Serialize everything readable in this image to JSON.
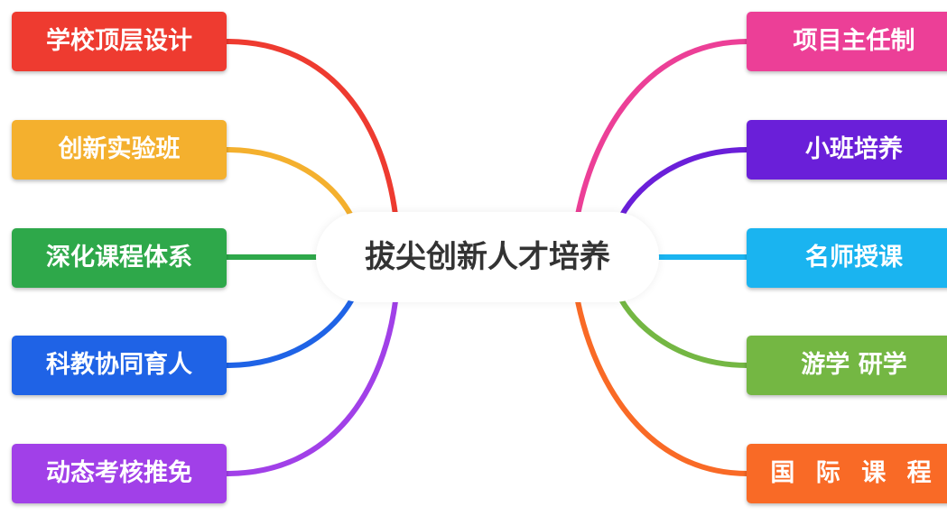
{
  "center": {
    "title": "拔尖创新人才培养"
  },
  "branches": {
    "left": [
      {
        "label": "学校顶层设计",
        "color": "#ee3b30"
      },
      {
        "label": "创新实验班",
        "color": "#f4b02e"
      },
      {
        "label": "深化课程体系",
        "color": "#2ea84a"
      },
      {
        "label": "科教协同育人",
        "color": "#1f63e6"
      },
      {
        "label": "动态考核推免",
        "color": "#a140e8"
      }
    ],
    "right": [
      {
        "label": "项目主任制",
        "color": "#ec3f97"
      },
      {
        "label": "小班培养",
        "color": "#6a1fd9"
      },
      {
        "label": "名师授课",
        "color": "#1ab4f0"
      },
      {
        "label": "游学 研学",
        "color": "#74b743"
      },
      {
        "label": "国 际 课 程",
        "color": "#f96a26"
      }
    ]
  }
}
